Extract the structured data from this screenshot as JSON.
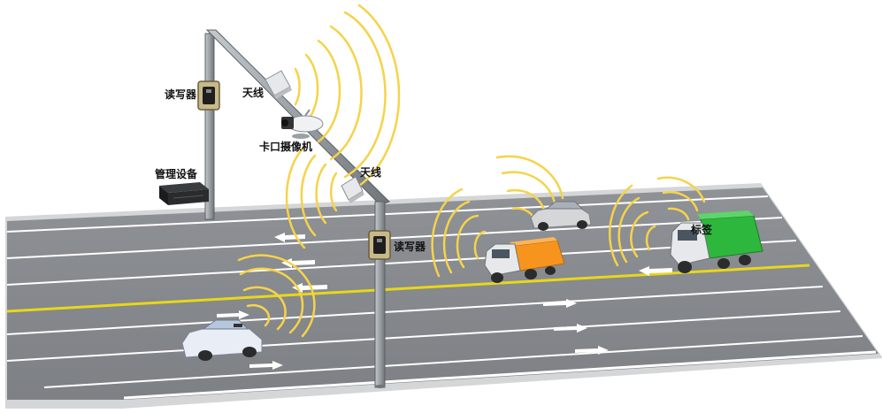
{
  "labels": {
    "reader_top": "读写器",
    "antenna_top": "天线",
    "camera": "卡口摄像机",
    "antenna_mid": "天线",
    "management": "管理设备",
    "reader_bottom": "读写器",
    "tag": "标签"
  },
  "colors": {
    "road": "#8a8d91",
    "road_edge": "#c9cacc",
    "lane_white": "#ffffff",
    "lane_yellow": "#e8d71a",
    "pole": "#9aa0a4",
    "pole_edge": "#5a6064",
    "signal": "#f5d34a",
    "truck_orange": "#f7941d",
    "truck_green": "#2db83d",
    "car_white": "#e9edf5",
    "car_silver": "#d4d6d8"
  },
  "icons": {
    "reader": "rfid-reader-icon",
    "antenna": "antenna-panel-icon",
    "camera": "bayonet-camera-icon",
    "management": "management-device-icon",
    "vehicles": [
      "sedan-icon",
      "truck-icon"
    ]
  }
}
